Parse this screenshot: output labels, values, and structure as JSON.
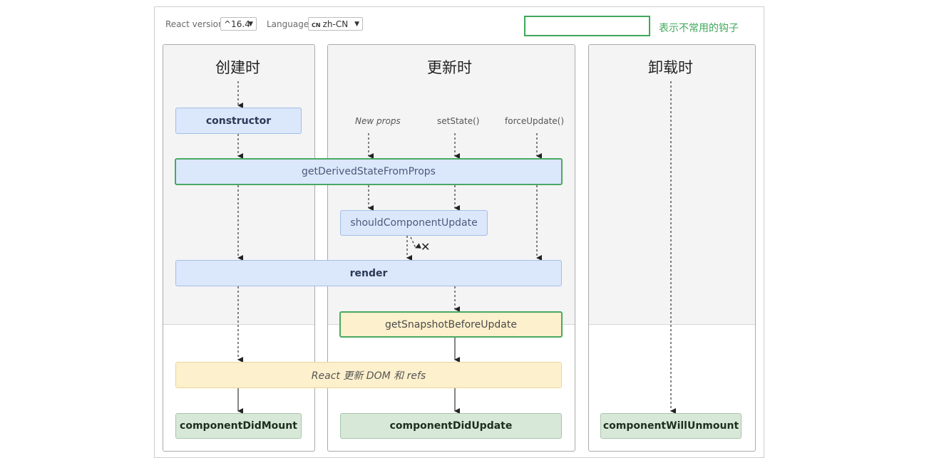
{
  "controls": {
    "react_version_label": "React version",
    "react_version_value": "^16.4",
    "language_label": "Language",
    "language_flag": "CN",
    "language_value": "zh-CN"
  },
  "legend": {
    "text": "表示不常用的钩子",
    "color": "#3fa85a"
  },
  "columns": {
    "mount": {
      "title": "创建时"
    },
    "update": {
      "title": "更新时"
    },
    "unmount": {
      "title": "卸载时"
    }
  },
  "triggers": {
    "new_props": "New props",
    "set_state": "setState()",
    "force_update": "forceUpdate()"
  },
  "methods": {
    "constructor": "constructor",
    "get_derived_state": "getDerivedStateFromProps",
    "should_update": "shouldComponentUpdate",
    "render": "render",
    "get_snapshot": "getSnapshotBeforeUpdate",
    "react_update_dom": "React 更新 DOM 和 refs",
    "did_mount": "componentDidMount",
    "did_update": "componentDidUpdate",
    "will_unmount": "componentWillUnmount"
  },
  "cancel_mark": "✕"
}
